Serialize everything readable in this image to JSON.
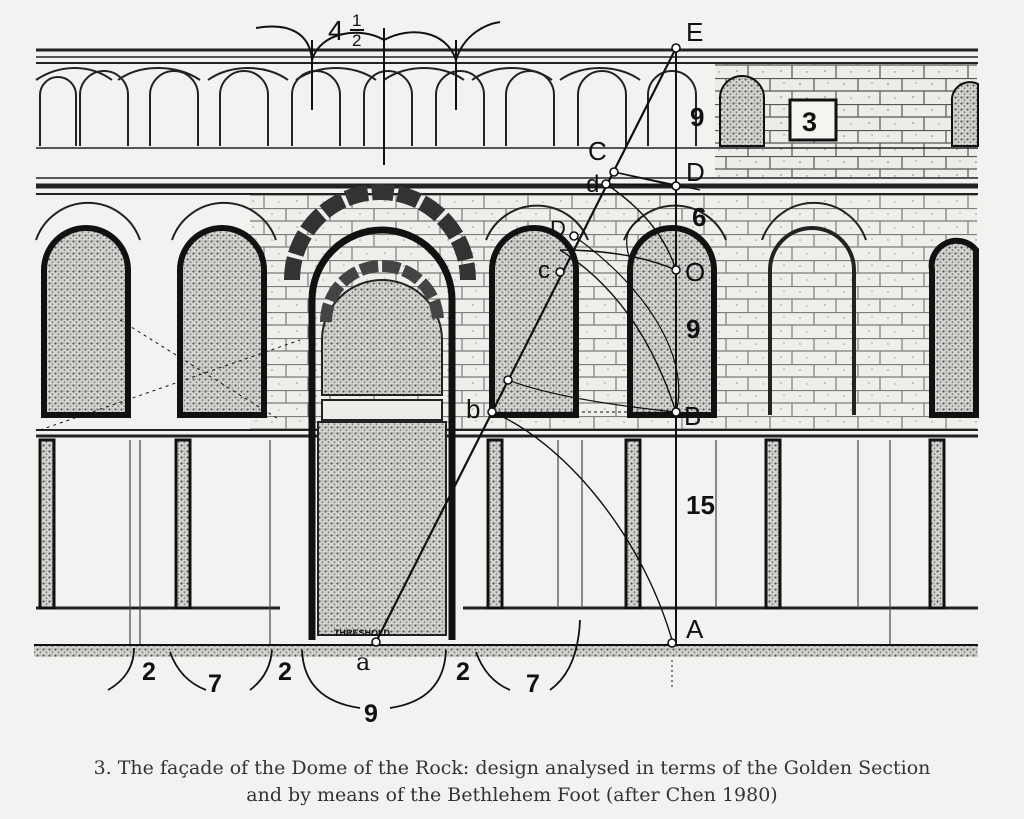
{
  "diagram": {
    "top_dimension": {
      "whole": "4",
      "frac_num": "1",
      "frac_den": "2"
    },
    "points": {
      "E": "E",
      "D": "D",
      "O": "O",
      "B": "B",
      "A": "A",
      "C": "C",
      "d": "d",
      "D_small": "D",
      "c": "c",
      "b": "b",
      "a": "a"
    },
    "vertical_dims": {
      "upper": "9",
      "box": "3",
      "mid_a": "6",
      "mid_b": "9",
      "lower": "15"
    },
    "bottom_dims": [
      "2",
      "7",
      "2",
      "9",
      "2",
      "7"
    ],
    "threshold_label": "THRESHOLD"
  },
  "caption": {
    "line1": "3. The façade of the Dome of the Rock: design analysed in terms of the Golden Section",
    "line2": "and by means of the Bethlehem Foot (after Chen 1980)"
  }
}
